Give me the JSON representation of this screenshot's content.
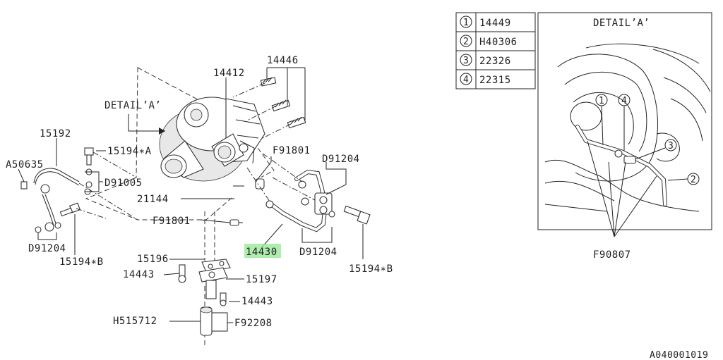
{
  "diagram_id": "A040001019",
  "labels": {
    "p14412": "14412",
    "p14446": "14446",
    "detail_a": "DETAIL’A’",
    "p15192": "15192",
    "p15194a": "15194∗A",
    "a50635": "A50635",
    "d91005": "D91005",
    "d91204_left": "D91204",
    "p15194b_left": "15194∗B",
    "f91801_top": "F91801",
    "d91204_top": "D91204",
    "p21144": "21144",
    "f91801_mid": "F91801",
    "p14430": "14430",
    "d91204_bottom": "D91204",
    "p15194b_right": "15194∗B",
    "p15196": "15196",
    "p14443_left": "14443",
    "p15197": "15197",
    "p14443_right": "14443",
    "h515712": "H515712",
    "f92208": "F92208"
  },
  "legend": [
    {
      "num": "1",
      "part": "14449"
    },
    {
      "num": "2",
      "part": "H40306"
    },
    {
      "num": "3",
      "part": "22326"
    },
    {
      "num": "4",
      "part": "22315"
    }
  ],
  "detail": {
    "title": "DETAIL’A’",
    "callouts": [
      "1",
      "4",
      "3",
      "2"
    ],
    "f90807": "F90807"
  },
  "highlight_color": "#9ae89a"
}
